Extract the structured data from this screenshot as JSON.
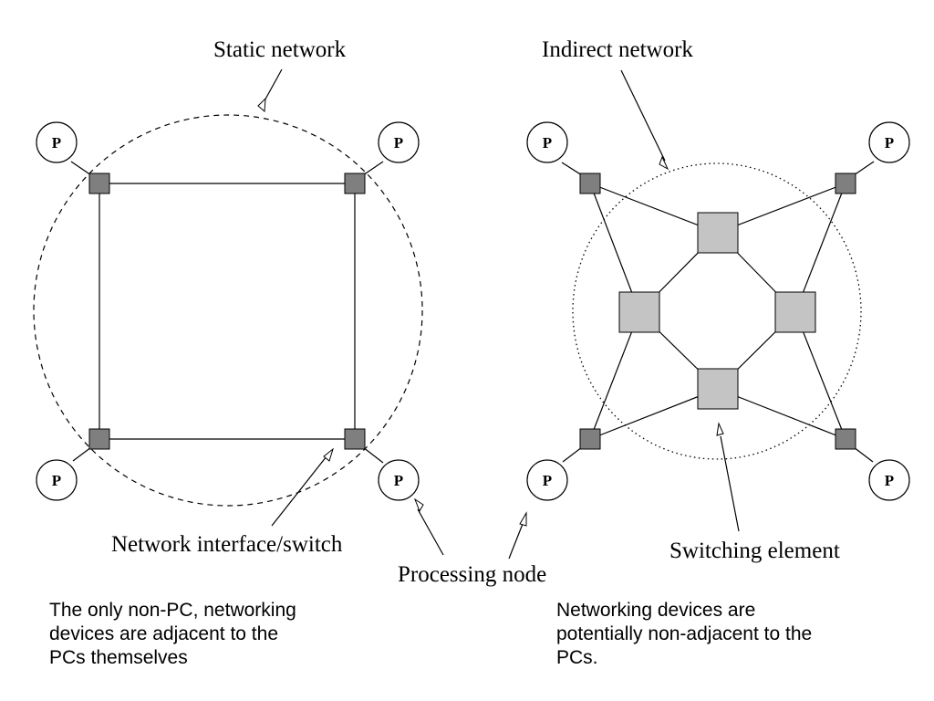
{
  "labels": {
    "static_network": "Static network",
    "indirect_network": "Indirect network",
    "network_interface": "Network interface/switch",
    "processing_node": "Processing node",
    "switching_element": "Switching element"
  },
  "node_letter": "P",
  "captions": {
    "left": [
      "The only non-PC, networking",
      "devices are adjacent to the",
      "PCs themselves"
    ],
    "right": [
      "Networking devices are",
      "potentially non-adjacent to the",
      "PCs."
    ]
  },
  "colors": {
    "switch_fill": "#7f7f7f",
    "element_fill": "#c4c4c4",
    "stroke": "#000000"
  }
}
